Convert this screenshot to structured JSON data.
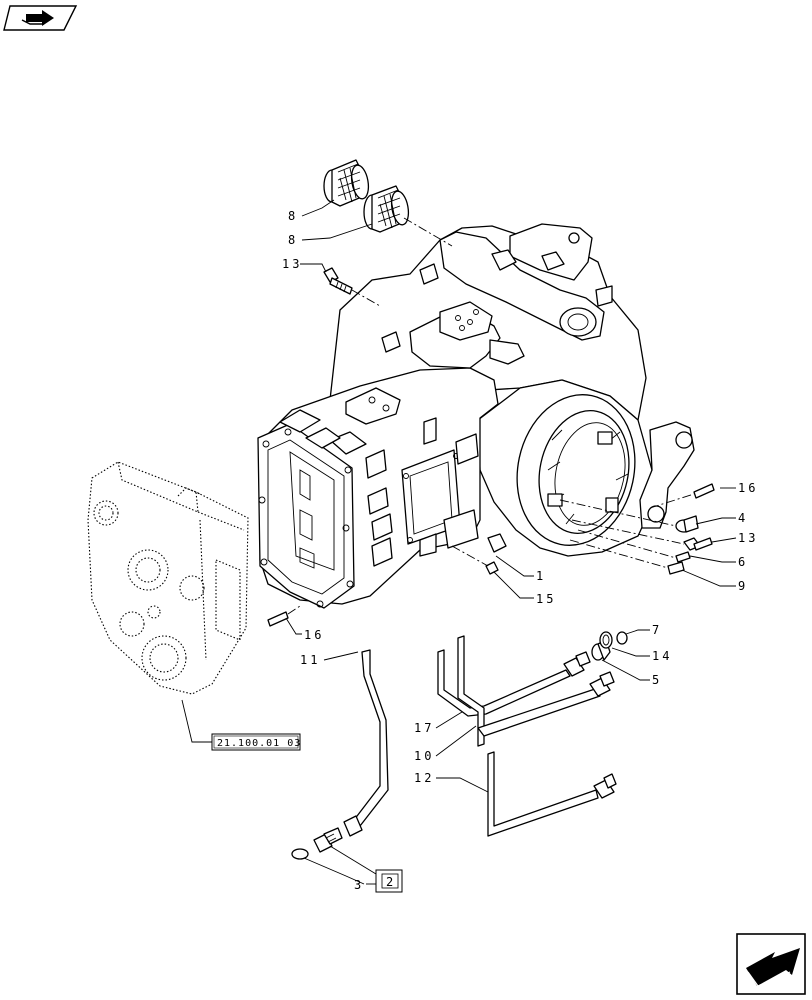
{
  "header": {
    "nav_icon": "book-arrow-icon"
  },
  "footer": {
    "next_icon": "next-page-arrow-icon"
  },
  "reference_box": {
    "text": "21.100.01 03"
  },
  "callout_box": {
    "text": "2"
  },
  "labels": {
    "l8a": "8",
    "l8b": "8",
    "l13a": "13",
    "l16a": "16",
    "l4": "4",
    "l13b": "13",
    "l6": "6",
    "l9": "9",
    "l1": "1",
    "l15": "15",
    "l16b": "16",
    "l11": "11",
    "l7": "7",
    "l14": "14",
    "l5": "5",
    "l17": "17",
    "l10": "10",
    "l12": "12",
    "l3": "3"
  }
}
